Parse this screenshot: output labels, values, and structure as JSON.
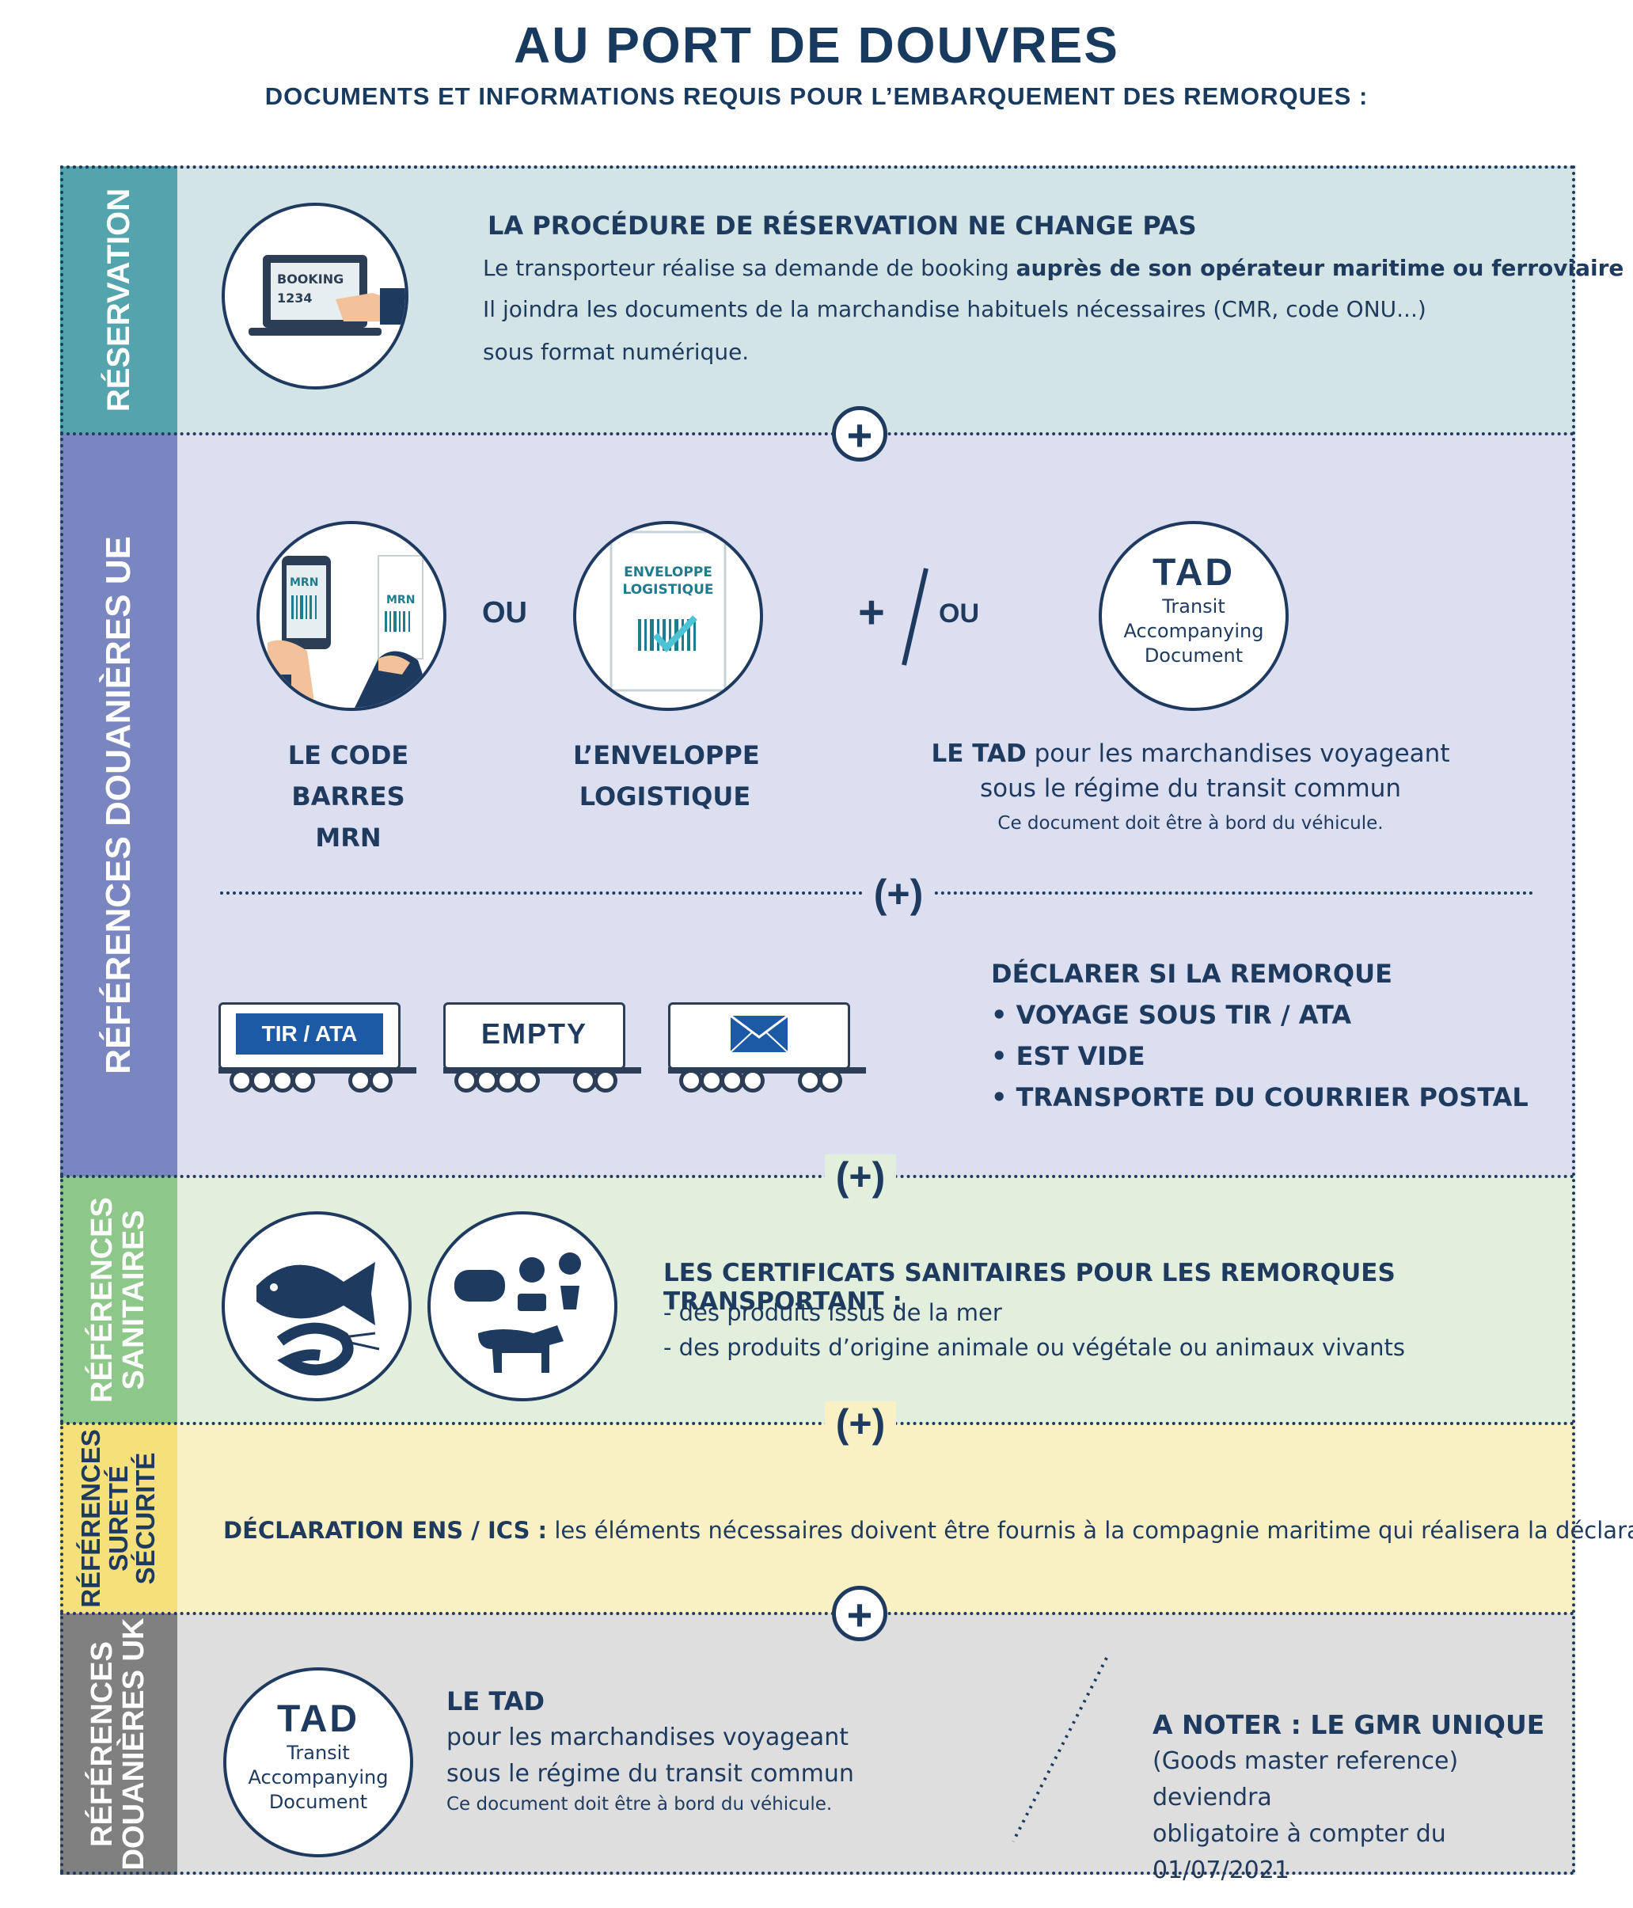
{
  "header": {
    "title": "AU PORT DE DOUVRES",
    "subtitle": "DOCUMENTS ET INFORMATIONS REQUIS POUR L’EMBARQUEMENT DES REMORQUES :"
  },
  "colors": {
    "reservation_side": "#54a4ad",
    "reservation_bg": "#d2e4e6",
    "douane_side": "#7a86bf",
    "douane_bg": "#dcdff0",
    "sanitaire_side": "#8ec78a",
    "sanitaire_bg": "#e2efdd",
    "surete_side": "#f5e07a",
    "surete_bg": "#f9f1c4",
    "uk_side": "#808080",
    "uk_bg": "#dedede",
    "navy": "#1f3a5f",
    "tir_blue": "#1c5aa6"
  },
  "reservation": {
    "label": "RÉSERVATION",
    "icon": "laptop-booking-icon",
    "booking_screen": [
      "BOOKING",
      "1234"
    ],
    "heading": "LA PROCÉDURE DE RÉSERVATION NE CHANGE PAS",
    "line1_prefix": "Le transporteur réalise sa demande de booking ",
    "line1_bold": "auprès de son opérateur maritime ou ferroviaire",
    "line2": "Il joindra les documents de la marchandise habituels nécessaires (CMR, code ONU...)",
    "line3": "sous format numérique."
  },
  "douane_ue": {
    "label": "RÉFÉRENCES DOUANIÈRES UE",
    "mrn_icon_text": "MRN",
    "mrn_caption": [
      "LE CODE BARRES",
      "MRN"
    ],
    "ou1": "OU",
    "envelope_icon_text": [
      "ENVELOPPE",
      "LOGISTIQUE"
    ],
    "envelope_caption": [
      "L’ENVELOPPE",
      "LOGISTIQUE"
    ],
    "plus_sign": "+",
    "ou2": "OU",
    "tad_title": "TAD",
    "tad_lines": [
      "Transit",
      "Accompanying",
      "Document"
    ],
    "tad_caption_bold": "LE TAD",
    "tad_caption_rest": " pour les marchandises voyageant",
    "tad_caption_line2": "sous le régime du transit commun",
    "tad_caption_note": "Ce document doit être à bord du véhicule.",
    "plus_paren": "(+)",
    "trucks": [
      {
        "label": "TIR / ATA",
        "icon": "tir-truck-icon"
      },
      {
        "label": "EMPTY",
        "icon": "empty-truck-icon"
      },
      {
        "label": "",
        "icon": "mail-truck-icon"
      }
    ],
    "declare_heading": "DÉCLARER SI LA REMORQUE",
    "declare_items": [
      "• VOYAGE SOUS TIR / ATA",
      "• EST VIDE",
      "• TRANSPORTE DU COURRIER POSTAL"
    ]
  },
  "sanitaire": {
    "label_lines": [
      "RÉFÉRENCES",
      "SANITAIRES"
    ],
    "icons": [
      "fish-shrimp-icon",
      "animal-products-icon"
    ],
    "heading": "LES CERTIFICATS SANITAIRES POUR LES REMORQUES TRANSPORTANT :",
    "items": [
      "- des produits issus de la mer",
      "- des produits d’origine animale ou végétale ou animaux vivants"
    ]
  },
  "surete": {
    "label_lines": [
      "RÉFÉRENCES",
      "SURETÉ",
      "SÉCURITÉ"
    ],
    "bold": "DÉCLARATION ENS / ICS :",
    "text": " les éléments nécessaires doivent être fournis à la compagnie maritime qui réalisera la déclaration."
  },
  "douane_uk": {
    "label_lines": [
      "RÉFÉRENCES",
      "DOUANIÈRES UK"
    ],
    "tad_title": "TAD",
    "tad_lines": [
      "Transit",
      "Accompanying",
      "Document"
    ],
    "heading": "LE TAD",
    "line1": "pour les marchandises voyageant",
    "line2": "sous le régime du transit commun",
    "note": "Ce document doit être à bord du véhicule.",
    "gmr_heading": "A NOTER : LE GMR UNIQUE",
    "gmr_line1": "(Goods master reference) deviendra",
    "gmr_line2": "obligatoire à compter du 01/07/2021"
  }
}
